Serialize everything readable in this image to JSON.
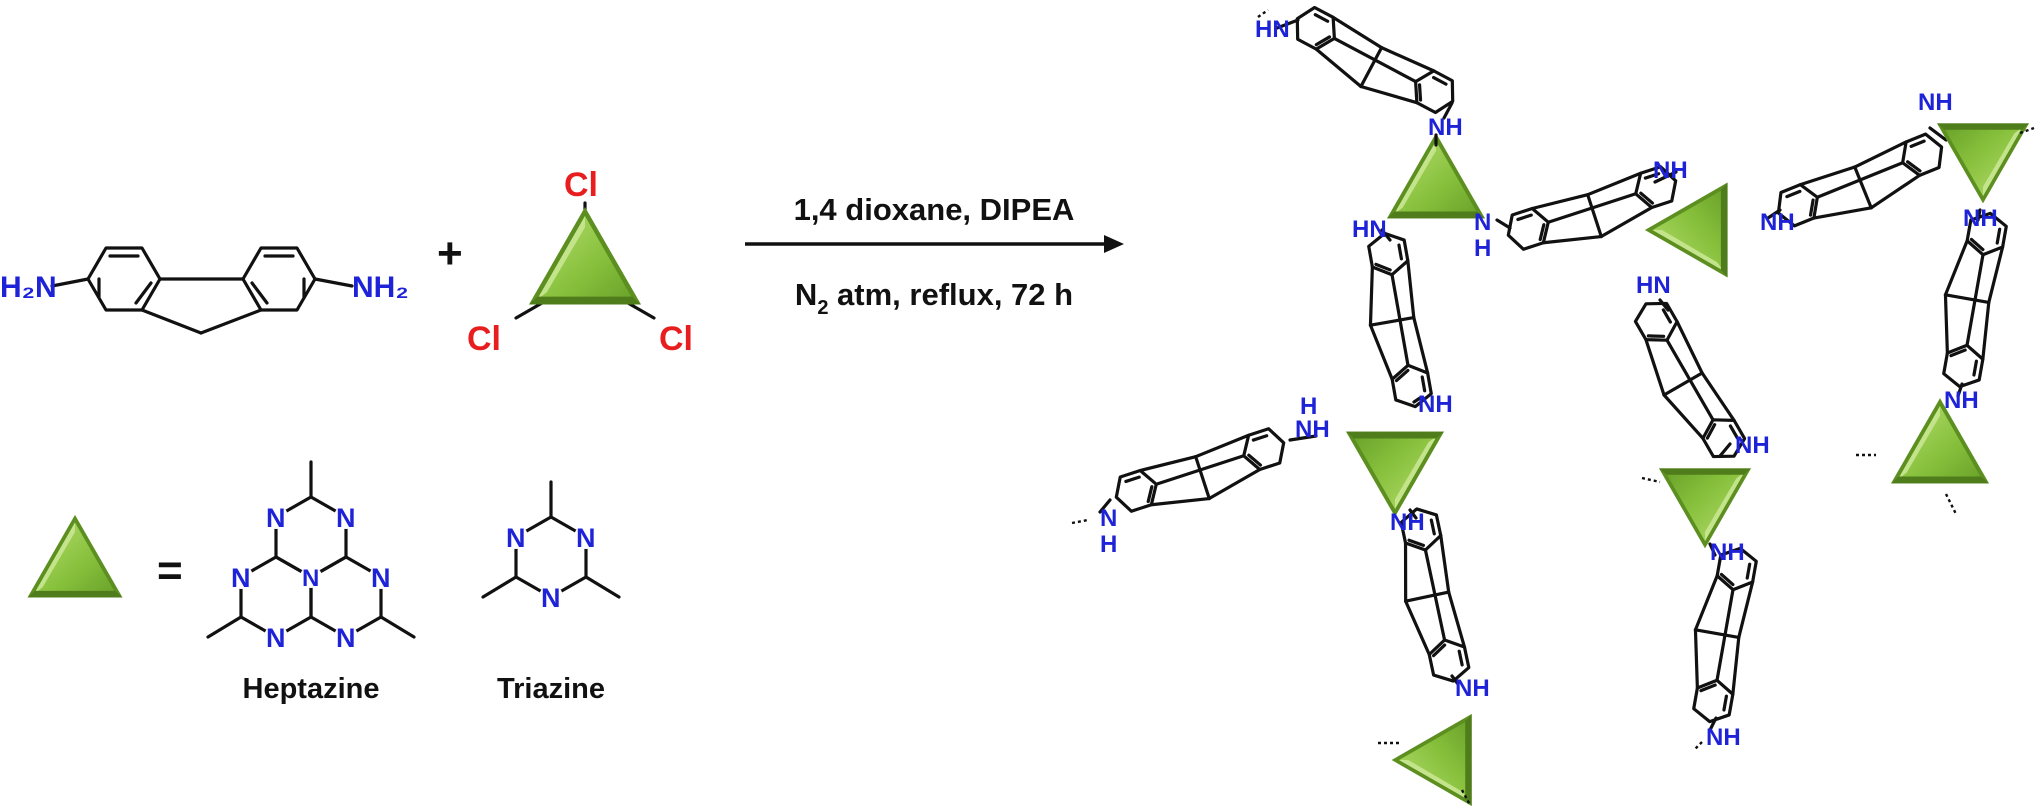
{
  "colors": {
    "heteroatom": "#1f23d8",
    "chlorine": "#e81e1e",
    "bond": "#111111",
    "node_light": "#c7e58e",
    "node_main": "#8cc63f",
    "node_dark": "#4f7d1b"
  },
  "labels": {
    "h2n": "H₂N",
    "nh2": "NH₂",
    "plus": "+",
    "cl": "Cl",
    "equals": "=",
    "n": "N",
    "nh": "NH",
    "hn": "HN",
    "h": "H",
    "heptazine": "Heptazine",
    "triazine": "Triazine"
  },
  "conditions": {
    "above_arrow": "1,4 dioxane, DIPEA",
    "below_arrow_main": "N",
    "below_arrow_sub": "2",
    "below_arrow_rest": " atm, reflux, 72 h"
  }
}
